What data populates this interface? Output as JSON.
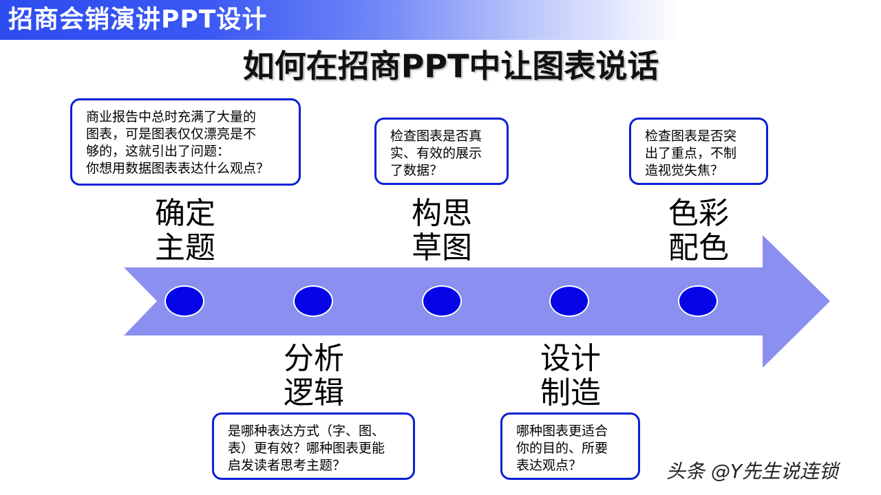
{
  "header": {
    "title": "招商会销演讲PPT设计"
  },
  "main_title": "如何在招商PPT中让图表说话",
  "stages": [
    {
      "label": "确定\n主题",
      "callout": "商业报告中总时充满了大量的\n图表，可是图表仅仅漂亮是不\n够的，这就引出了问题：\n你想用数据图表表达什么观点？"
    },
    {
      "label": "分析\n逻辑",
      "callout": "是哪种表达方式（字、图、\n表）更有效？哪种图表更能\n启发读者思考主题？"
    },
    {
      "label": "构思\n草图",
      "callout": "检查图表是否真\n实、有效的展示\n了数据？"
    },
    {
      "label": "设计\n制造",
      "callout": "哪种图表更适合\n你的目的、所要\n表达观点？"
    },
    {
      "label": "色彩\n配色",
      "callout": "检查图表是否突\n出了重点，不制\n造视觉失焦？"
    }
  ],
  "watermark": "头条 @Y先生说连锁",
  "colors": {
    "arrow": "#8b8ff0",
    "node": "#0505e8",
    "border": "#0b1fd6"
  }
}
